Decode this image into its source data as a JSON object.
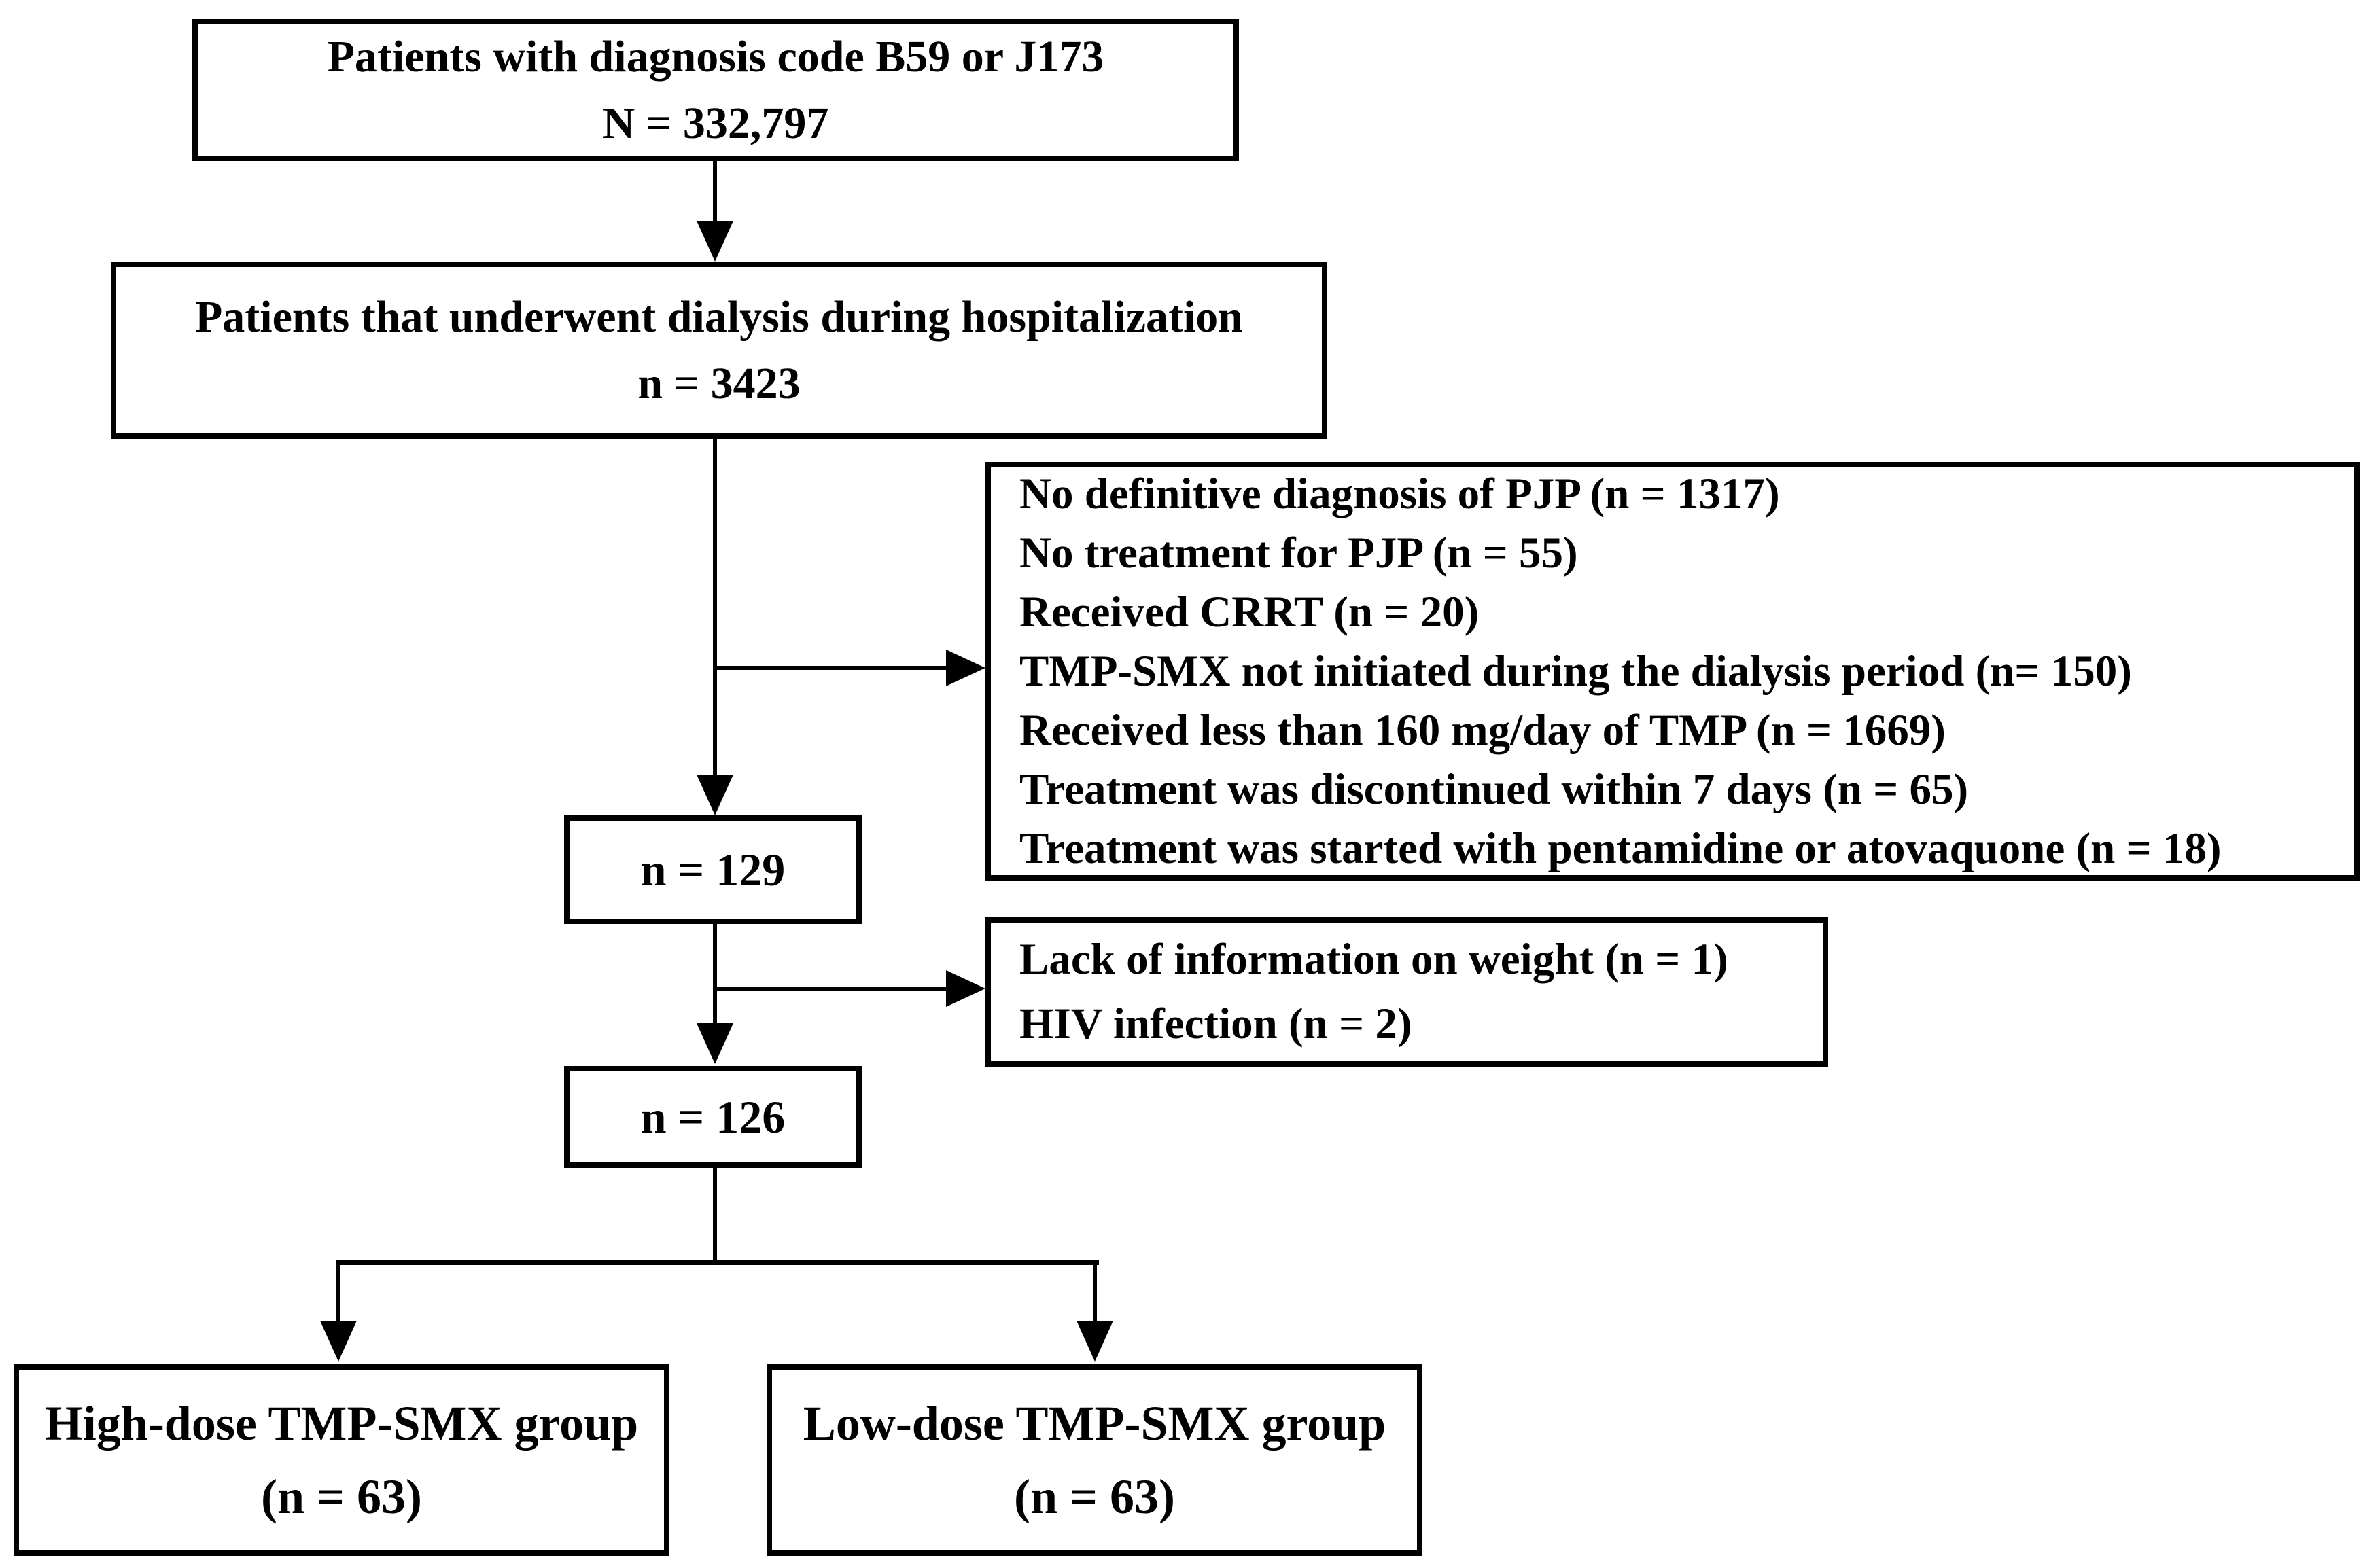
{
  "flowchart": {
    "colors": {
      "line": "#000000",
      "background": "#ffffff",
      "text": "#000000"
    },
    "nodes": {
      "diagnosis": {
        "line1": "Patients with diagnosis code B59 or J173",
        "line2": "N = 332,797"
      },
      "dialysis": {
        "line1": "Patients that underwent dialysis during hospitalization",
        "line2": "n = 3423"
      },
      "exclusions_primary": {
        "lines": [
          "No definitive diagnosis of PJP (n = 1317)",
          "No treatment for PJP (n = 55)",
          "Received CRRT (n = 20)",
          "TMP-SMX not initiated during the dialysis period (n= 150)",
          "Received less than 160 mg/day of TMP (n = 1669)",
          "Treatment was discontinued within 7 days (n = 65)",
          "Treatment was started with pentamidine or atovaquone (n = 18)"
        ]
      },
      "after_primary_exclusion": {
        "label": "n = 129"
      },
      "exclusions_secondary": {
        "lines": [
          "Lack of information on weight (n = 1)",
          "HIV infection (n = 2)"
        ]
      },
      "after_secondary_exclusion": {
        "label": "n = 126"
      },
      "high_dose_group": {
        "line1": "High-dose TMP-SMX group",
        "line2": "(n = 63)"
      },
      "low_dose_group": {
        "line1": "Low-dose TMP-SMX group",
        "line2": "(n = 63)"
      }
    }
  }
}
